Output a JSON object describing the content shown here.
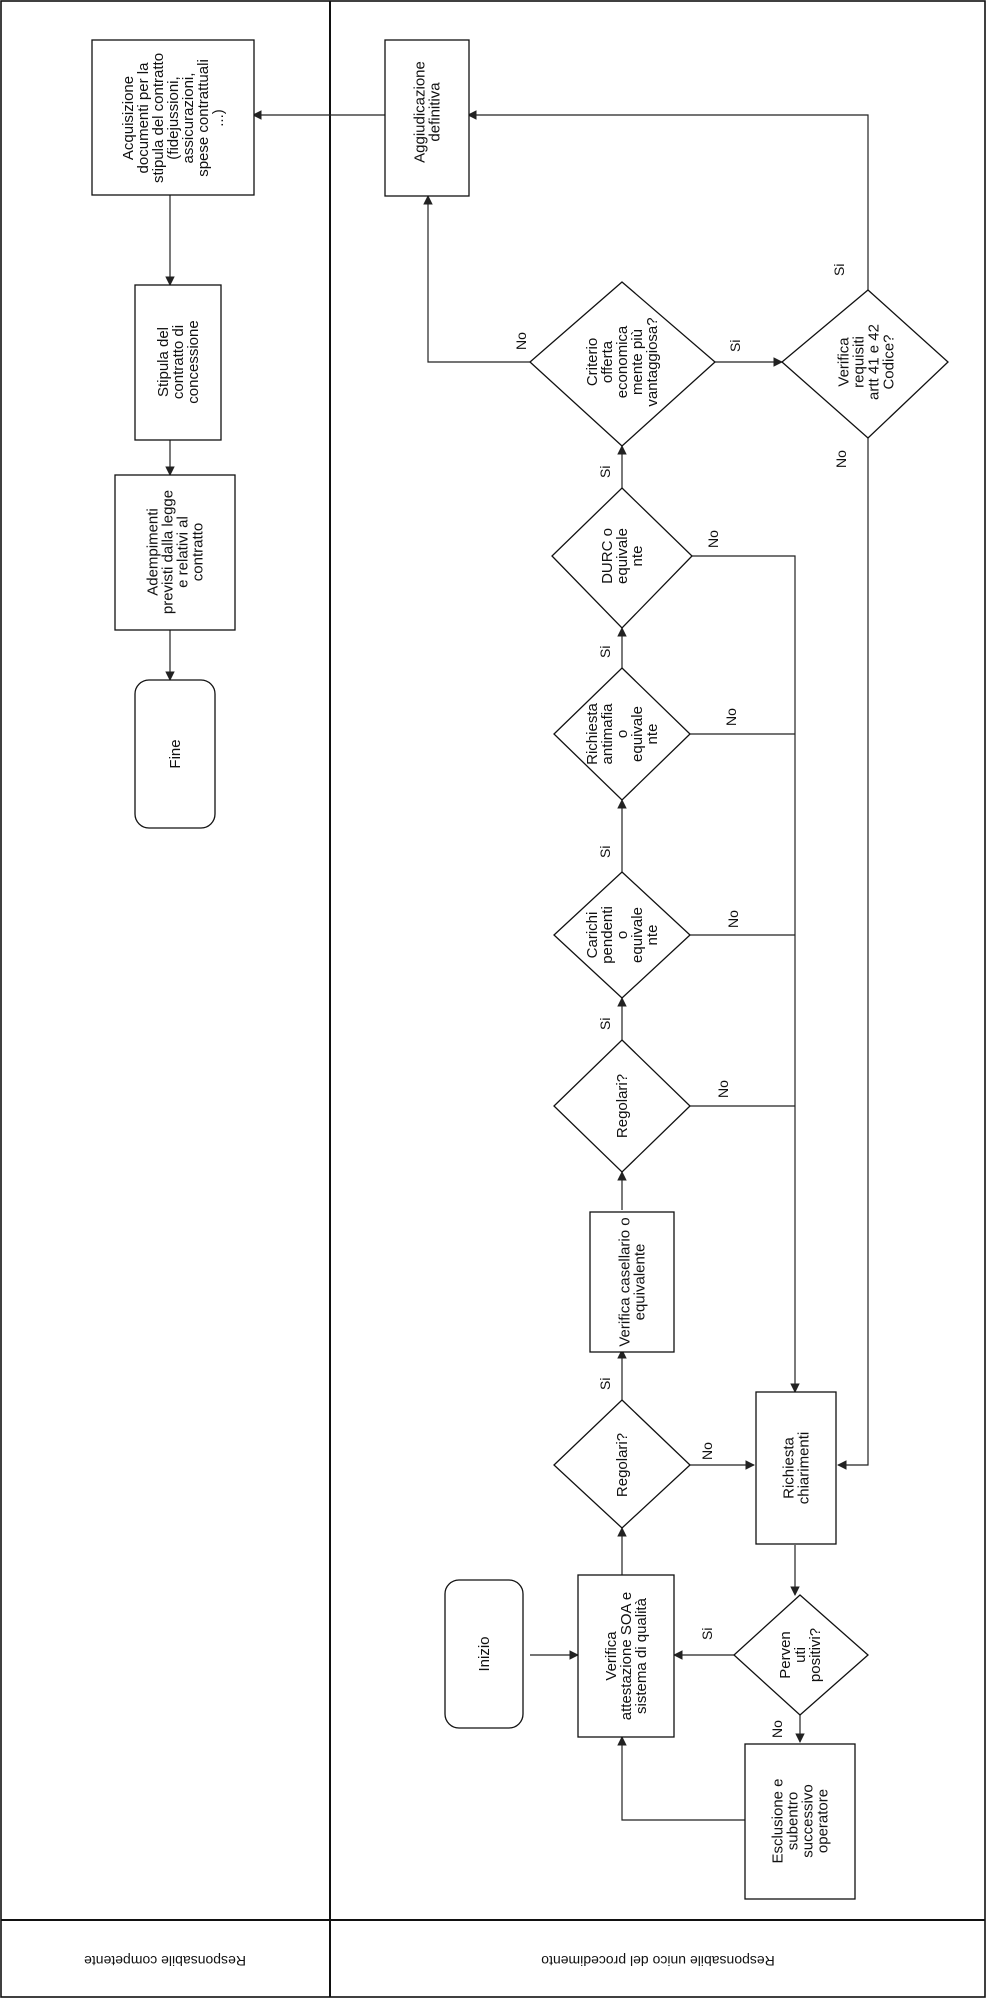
{
  "lanes": {
    "competente": "Responsabile competente",
    "procedimento": "Responsabile unico del procedimento"
  },
  "nodes": {
    "inizio": [
      "Inizio"
    ],
    "verifica_soa": [
      "Verifica",
      "attestazione SOA e",
      "sistema di qualità"
    ],
    "regolari_1": [
      "Regolari?"
    ],
    "richiesta_chiarimenti": [
      "Richiesta",
      "chiarimenti"
    ],
    "pervenuti_positivi": [
      "Perven",
      "uti",
      "positivi?"
    ],
    "esclusione": [
      "Esclusione e",
      "subentro",
      "successivo",
      "operatore"
    ],
    "verifica_casellario": [
      "Verifica casellario o",
      "equivalente"
    ],
    "regolari_2": [
      "Regolari?"
    ],
    "carichi_pendenti": [
      "Carichi",
      "pendenti",
      "o",
      "equivale",
      "nte"
    ],
    "richiesta_antimafia": [
      "Richiesta",
      "antimafia",
      "o",
      "equivale",
      "nte"
    ],
    "durc": [
      "DURC o",
      "equivale",
      "nte"
    ],
    "criterio": [
      "Criterio",
      "offerta",
      "economica",
      "mente più",
      "vantaggiosa?"
    ],
    "verifica_requisiti": [
      "Verifica",
      "requisiti",
      "artt 41 e 42",
      "Codice?"
    ],
    "aggiudicazione": [
      "Aggiudicazione",
      "definitiva"
    ],
    "acquisizione": [
      "Acquisizione",
      "documenti per la",
      "stipula del contratto",
      "(fidejussioni,",
      "assicurazioni,",
      "spese contrattuali",
      "...)"
    ],
    "stipula": [
      "Stipula del",
      "contratto di",
      "concessione"
    ],
    "adempimenti": [
      "Adempimenti",
      "previsti dalla legge",
      "e relativi al",
      "contratto"
    ],
    "fine": [
      "Fine"
    ]
  },
  "labels": {
    "yes": "Si",
    "no": "No"
  },
  "colors": {
    "line": "#222222",
    "border": "#111111",
    "text": "#111111",
    "background": "#ffffff"
  }
}
